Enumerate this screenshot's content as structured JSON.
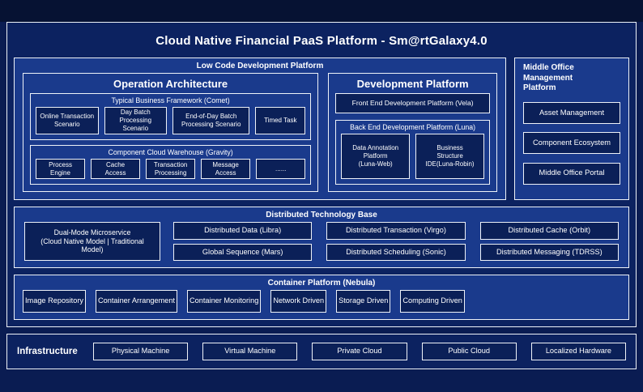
{
  "title": "Cloud Native Financial PaaS Platform - Sm@rtGalaxy4.0",
  "low_code": {
    "label": "Low Code Development Platform",
    "operation": {
      "title": "Operation Architecture",
      "comet": {
        "title": "Typical Business Framework (Comet)",
        "items": [
          "Online Transaction\nScenario",
          "Day Batch Processing\nScenario",
          "End-of-Day Batch\nProcessing Scenario",
          "Timed Task"
        ]
      },
      "gravity": {
        "title": "Component Cloud Warehouse (Gravity)",
        "items": [
          "Process\nEngine",
          "Cache\nAccess",
          "Transaction\nProcessing",
          "Message\nAccess",
          "......"
        ]
      }
    },
    "development": {
      "title": "Development Platform",
      "front_end": "Front End Development Platform (Vela)",
      "back_end": {
        "title": "Back End Development Platform (Luna)",
        "items": [
          "Data Annotation\nPlatform\n(Luna-Web)",
          "Business\nStructure\nIDE(Luna-Robin)"
        ]
      }
    }
  },
  "middle_office": {
    "title": "Middle Office Management\nPlatform",
    "items": [
      "Asset Management",
      "Component Ecosystem",
      "Middle Office Portal"
    ]
  },
  "distributed": {
    "title": "Distributed Technology Base",
    "dual_mode": "Dual-Mode Microservice\n(Cloud Native Model | Traditional\nModel)",
    "row1": [
      "Distributed Data (Libra)",
      "Distributed Transaction (Virgo)",
      "Distributed Cache (Orbit)"
    ],
    "row2": [
      "Global Sequence (Mars)",
      "Distributed Scheduling (Sonic)",
      "Distributed Messaging (TDRSS)"
    ]
  },
  "container": {
    "title": "Container Platform (Nebula)",
    "items": [
      "Image Repository",
      "Container Arrangement",
      "Container Monitoring",
      "Network Driven",
      "Storage Driven",
      "Computing Driven"
    ]
  },
  "infrastructure": {
    "label": "Infrastructure",
    "items": [
      "Physical Machine",
      "Virtual Machine",
      "Private Cloud",
      "Public Cloud",
      "Localized Hardware"
    ]
  }
}
